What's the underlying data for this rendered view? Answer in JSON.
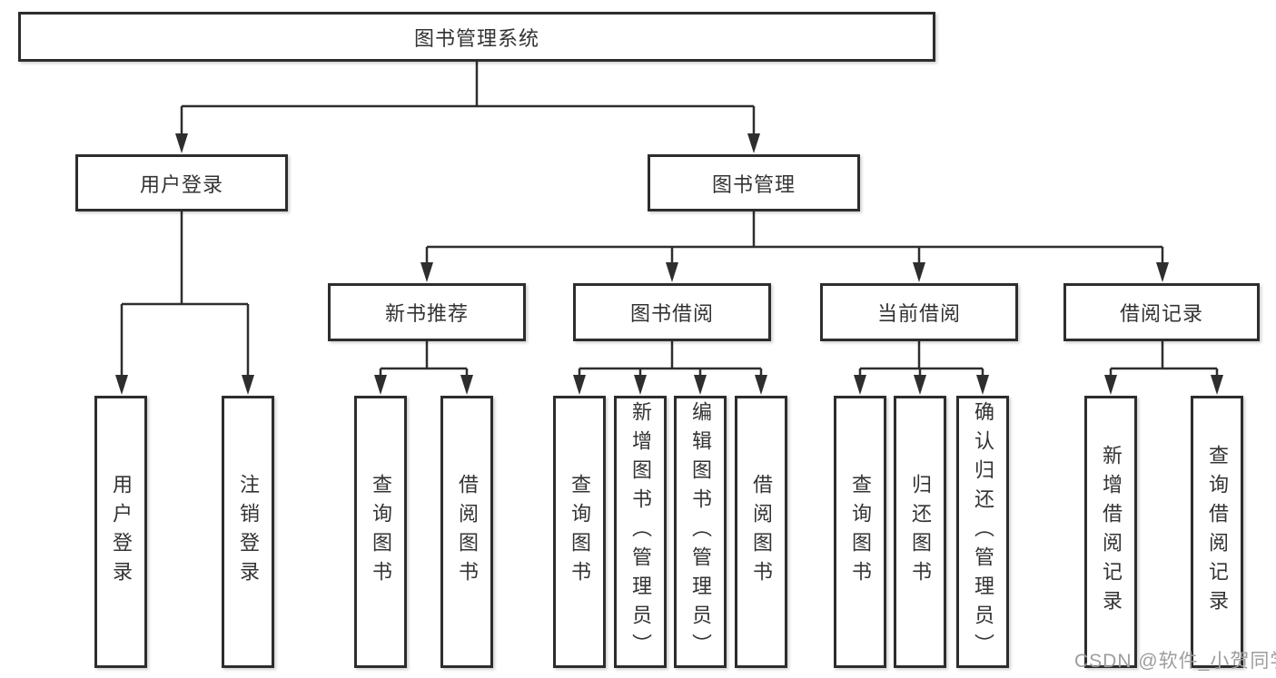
{
  "diagram": {
    "type": "hierarchy-tree",
    "tree": {
      "label": "图书管理系统",
      "children": [
        {
          "label": "用户登录",
          "children": [
            {
              "label": "用户登录"
            },
            {
              "label": "注销登录"
            }
          ]
        },
        {
          "label": "图书管理",
          "children": [
            {
              "label": "新书推荐",
              "children": [
                {
                  "label": "查询图书"
                },
                {
                  "label": "借阅图书"
                }
              ]
            },
            {
              "label": "图书借阅",
              "children": [
                {
                  "label": "查询图书"
                },
                {
                  "label": "新增图书（管理员）"
                },
                {
                  "label": "编辑图书（管理员）"
                },
                {
                  "label": "借阅图书"
                }
              ]
            },
            {
              "label": "当前借阅",
              "children": [
                {
                  "label": "查询图书"
                },
                {
                  "label": "归还图书"
                },
                {
                  "label": "确认归还（管理员）"
                }
              ]
            },
            {
              "label": "借阅记录",
              "children": [
                {
                  "label": "新增借阅记录"
                },
                {
                  "label": "查询借阅记录"
                }
              ]
            }
          ]
        }
      ]
    }
  },
  "watermark": {
    "text": "CSDN @软件_小贺同学"
  },
  "colors": {
    "line": "#2e2e2e",
    "box_border": "#2d2d2d",
    "text": "#333333",
    "watermark": "#9d9d9d",
    "background": "#ffffff"
  }
}
